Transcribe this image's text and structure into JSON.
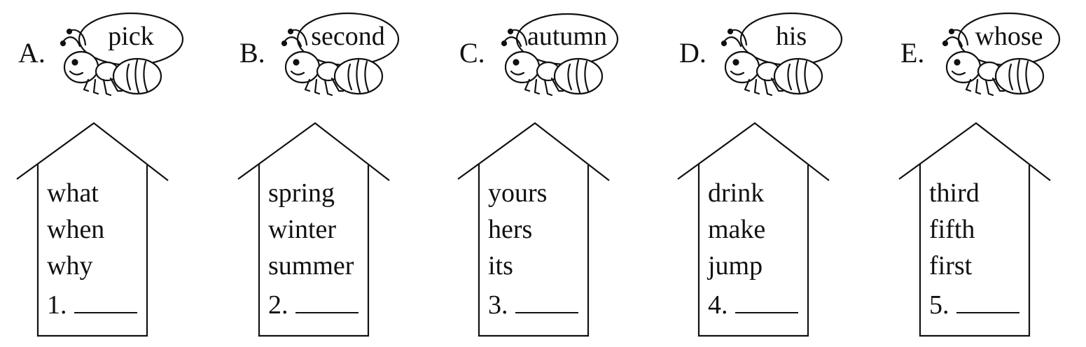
{
  "options": [
    {
      "letter": "A.",
      "word": "pick"
    },
    {
      "letter": "B.",
      "word": "second"
    },
    {
      "letter": "C.",
      "word": "autumn"
    },
    {
      "letter": "D.",
      "word": "his"
    },
    {
      "letter": "E.",
      "word": "whose"
    }
  ],
  "houses": [
    {
      "words": [
        "what",
        "when",
        "why"
      ],
      "number": "1."
    },
    {
      "words": [
        "spring",
        "winter",
        "summer"
      ],
      "number": "2."
    },
    {
      "words": [
        "yours",
        "hers",
        "its"
      ],
      "number": "3."
    },
    {
      "words": [
        "drink",
        "make",
        "jump"
      ],
      "number": "4."
    },
    {
      "words": [
        "third",
        "fifth",
        "first"
      ],
      "number": "5."
    }
  ],
  "icons": {
    "ant": "ant-icon",
    "bubble": "speech-bubble",
    "house": "house-outline"
  }
}
